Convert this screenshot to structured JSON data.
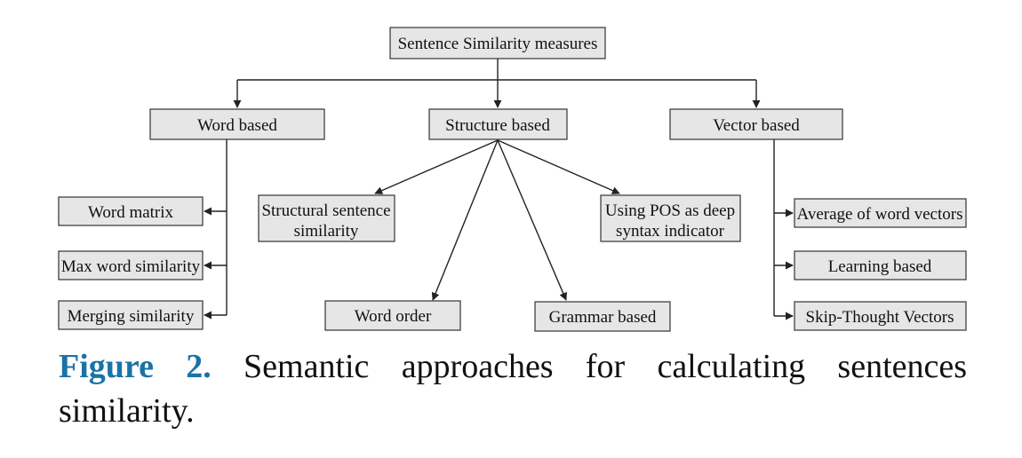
{
  "diagram": {
    "root": "Sentence Similarity measures",
    "categories": {
      "word": "Word based",
      "structure": "Structure based",
      "vector": "Vector based"
    },
    "word_methods": [
      "Word matrix",
      "Max word similarity",
      "Merging similarity"
    ],
    "structure_methods": {
      "structural": [
        "Structural sentence",
        "similarity"
      ],
      "pos": [
        "Using POS as deep",
        "syntax indicator"
      ],
      "word_order": "Word order",
      "grammar": "Grammar based"
    },
    "vector_methods": [
      "Average of word vectors",
      "Learning based",
      "Skip-Thought Vectors"
    ]
  },
  "caption": {
    "label": "Figure 2.",
    "text": "Semantic approaches for calculating sentences similarity."
  },
  "colors": {
    "caption_label": "#1a73a8",
    "box_fill": "#e6e6e6",
    "box_stroke": "#333333"
  }
}
